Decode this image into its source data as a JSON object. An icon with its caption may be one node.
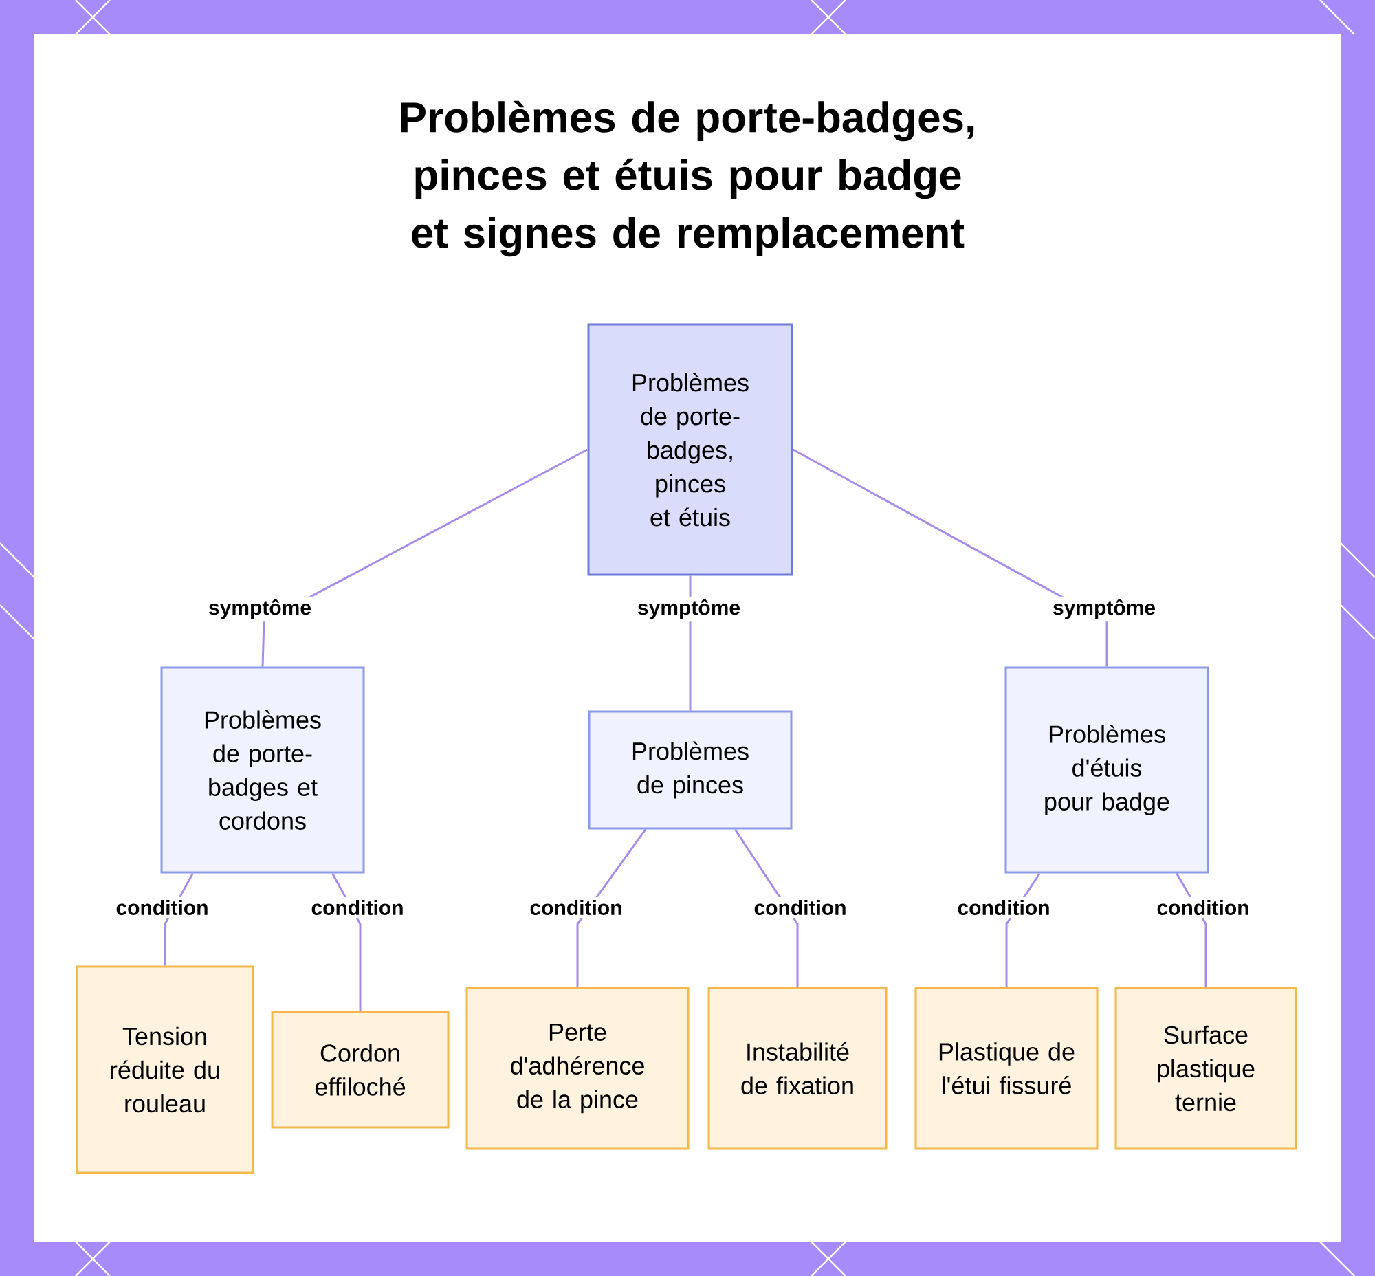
{
  "diagram": {
    "title": "Problèmes de porte-badges, pinces et étuis pour badge et signes de remplacement",
    "nodes": [
      {
        "text": [
          "Problèmes de porte-badges, pinces et étuis"
        ]
      },
      {
        "text": [
          "Problèmes de porte-badges et cordons"
        ]
      },
      {
        "text": [
          "Problèmes de pinces"
        ]
      },
      {
        "text": [
          "Problèmes d'étuis pour badge"
        ]
      },
      {
        "text": [
          "Tension réduite du rouleau"
        ]
      },
      {
        "text": [
          "Cordon effiloché"
        ]
      },
      {
        "text": [
          "Perte d'adhérence de la pince"
        ]
      },
      {
        "text": [
          "Instabilité de fixation"
        ]
      },
      {
        "text": [
          "Plastique de l'étui fissuré"
        ]
      },
      {
        "text": [
          "Surface plastique ternie"
        ]
      }
    ],
    "edges": [
      {
        "from": 0,
        "to": 1,
        "arrow": "none",
        "label": "symptôme"
      },
      {
        "from": 0,
        "to": 2,
        "arrow": "none",
        "label": "symptôme"
      },
      {
        "from": 0,
        "to": 3,
        "arrow": "none",
        "label": "symptôme"
      },
      {
        "from": 1,
        "to": 4,
        "arrow": "none",
        "label": "condition"
      },
      {
        "from": 1,
        "to": 5,
        "arrow": "none",
        "label": "condition"
      },
      {
        "from": 2,
        "to": 6,
        "arrow": "none",
        "label": "condition"
      },
      {
        "from": 2,
        "to": 7,
        "arrow": "none",
        "label": "condition"
      },
      {
        "from": 3,
        "to": 8,
        "arrow": "none",
        "label": "condition"
      },
      {
        "from": 3,
        "to": 9,
        "arrow": "none",
        "label": "condition"
      }
    ]
  }
}
